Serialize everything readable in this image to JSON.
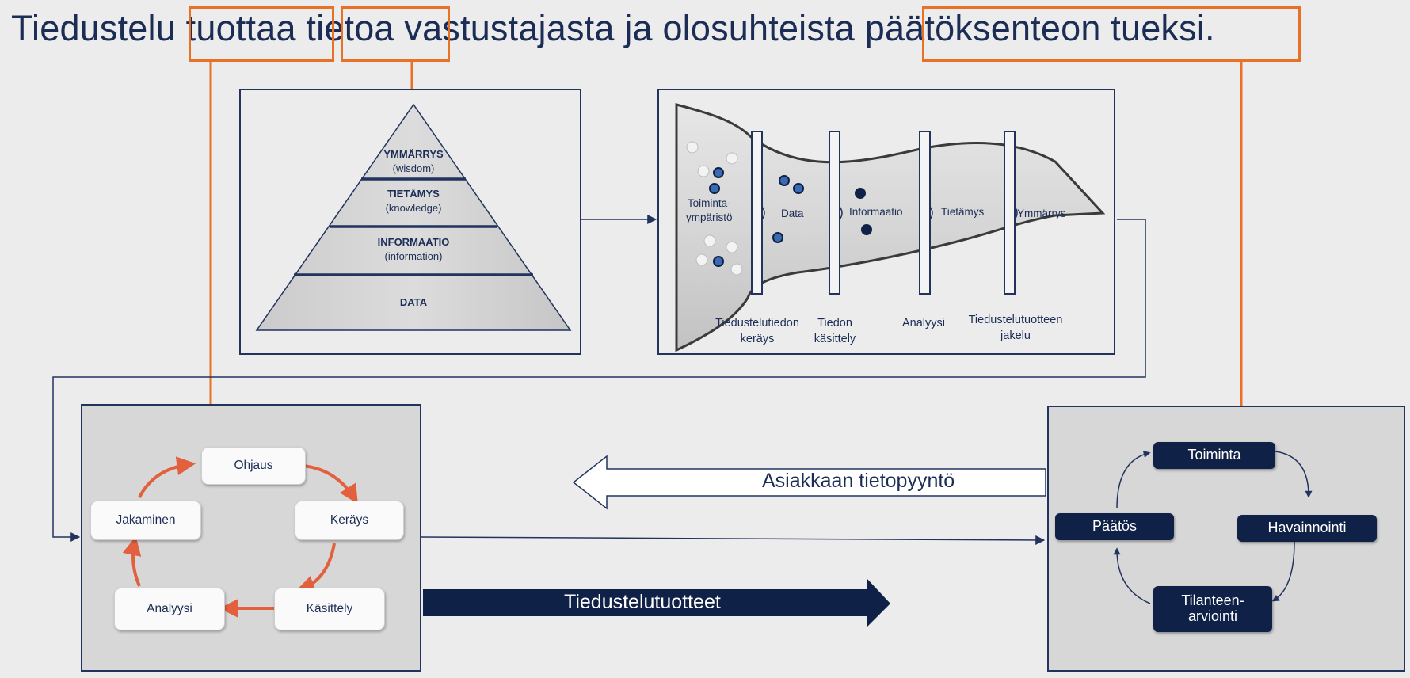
{
  "title": {
    "part1": "Tiedustelu ",
    "highlight1": "tuottaa",
    "part2": " ",
    "highlight2": "tietoa",
    "part3": " vastustajasta ja olosuhteista ",
    "highlight3": "päätöksenteon tueksi."
  },
  "pyramid": {
    "levels": [
      {
        "name": "YMMÄRRYS",
        "sub": "(wisdom)"
      },
      {
        "name": "TIETÄMYS",
        "sub": "(knowledge)"
      },
      {
        "name": "INFORMAATIO",
        "sub": "(information)"
      },
      {
        "name": "DATA",
        "sub": ""
      }
    ]
  },
  "funnel": {
    "segments": [
      "Toiminta-",
      "ympäristö",
      "Data",
      "Informaatio",
      "Tietämys",
      "Ymmärrys"
    ],
    "stages": [
      {
        "line1": "Tiedustelutiedon",
        "line2": "keräys"
      },
      {
        "line1": "Tiedon",
        "line2": "käsittely"
      },
      {
        "line1": "Analyysi",
        "line2": ""
      },
      {
        "line1": "Tiedustelutuotteen",
        "line2": "jakelu"
      }
    ]
  },
  "cycle": {
    "items": [
      "Ohjaus",
      "Keräys",
      "Käsittely",
      "Analyysi",
      "Jakaminen"
    ]
  },
  "decision": {
    "items": [
      "Toiminta",
      "Havainnointi",
      "Tilanteen-",
      "arviointi",
      "Päätös"
    ]
  },
  "arrows": {
    "request": "Asiakkaan tietopyyntö",
    "products": "Tiedustelutuotteet"
  },
  "colors": {
    "navy": "#0f2147",
    "orange": "#e87125",
    "cycle_arrow": "#e3603f"
  }
}
